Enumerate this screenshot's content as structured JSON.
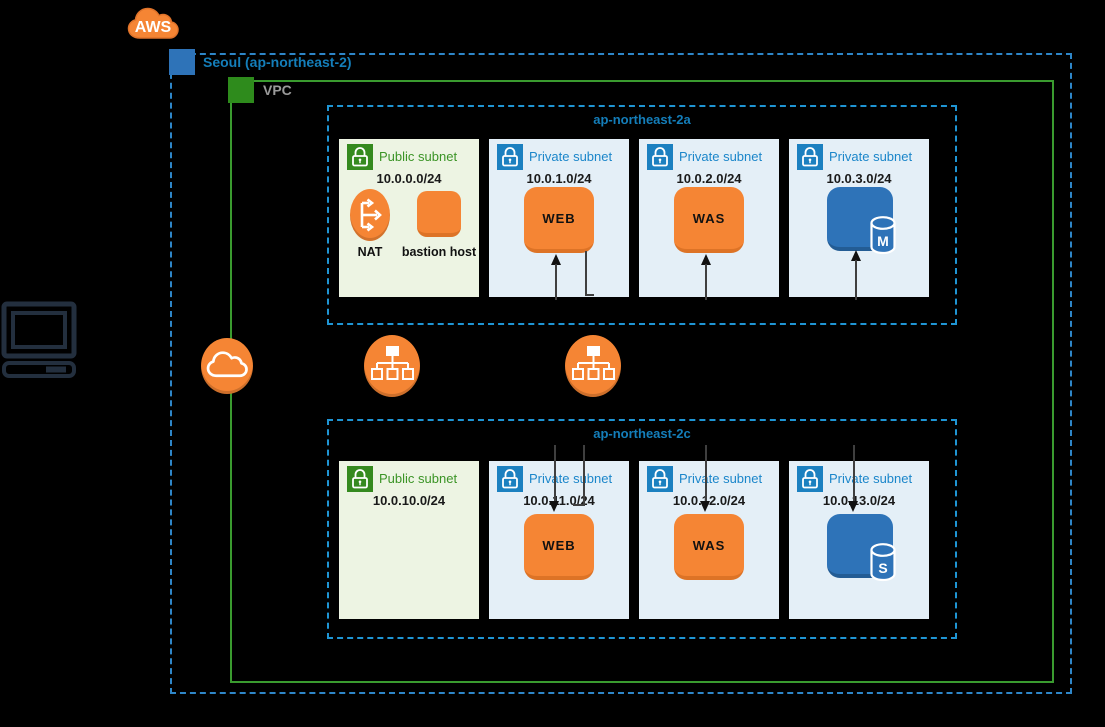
{
  "logo": {
    "label": "AWS"
  },
  "region": {
    "label": "Seoul (ap-northeast-2)"
  },
  "vpc": {
    "label": "VPC"
  },
  "azs": [
    {
      "label": "ap-northeast-2a",
      "subnets": [
        {
          "type": "public",
          "label": "Public subnet",
          "cidr": "10.0.0.0/24",
          "items": [
            {
              "icon": "nat-gateway",
              "label": "NAT"
            },
            {
              "icon": "ec2-instance",
              "label": "bastion host"
            }
          ]
        },
        {
          "type": "private",
          "label": "Private subnet",
          "cidr": "10.0.1.0/24",
          "server": "WEB"
        },
        {
          "type": "private",
          "label": "Private subnet",
          "cidr": "10.0.2.0/24",
          "server": "WAS"
        },
        {
          "type": "private",
          "label": "Private subnet",
          "cidr": "10.0.3.0/24",
          "db": "M"
        }
      ]
    },
    {
      "label": "ap-northeast-2c",
      "subnets": [
        {
          "type": "public",
          "label": "Public subnet",
          "cidr": "10.0.10.0/24"
        },
        {
          "type": "private",
          "label": "Private subnet",
          "cidr": "10.0.11.0/24",
          "server": "WEB"
        },
        {
          "type": "private",
          "label": "Private subnet",
          "cidr": "10.0.12.0/24",
          "server": "WAS"
        },
        {
          "type": "private",
          "label": "Private subnet",
          "cidr": "10.0.13.0/24",
          "db": "S"
        }
      ]
    }
  ],
  "icons": {
    "client": "client-computer",
    "internet_gateway": "internet-gateway",
    "load_balancer": "elastic-load-balancer",
    "nat": "nat-gateway",
    "public_lock": "public-subnet-lock",
    "private_lock": "private-subnet-lock",
    "rds_master": "rds-database-master",
    "rds_standby": "rds-database-standby"
  },
  "colors": {
    "background": "#000000",
    "aws_orange": "#F58534",
    "orange_shadow": "#DD7326",
    "region_border": "#2E86C8",
    "region_icon": "#2E73B8",
    "region_text": "#147EBA",
    "vpc_border": "#3A9B2F",
    "vpc_icon": "#2E8B1C",
    "vpc_text": "#9A9A9A",
    "az_border": "#1F95D4",
    "public_bg": "#EDF4E3",
    "private_bg": "#E4EFF7",
    "public_green": "#358A1F",
    "private_blue": "#1B80C0",
    "rds_blue": "#2E73B8",
    "client_dark": "#232F3E",
    "connector": "#3F3F3F"
  }
}
